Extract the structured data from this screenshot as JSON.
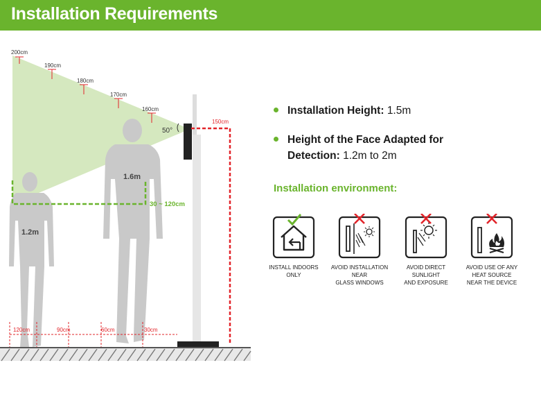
{
  "header": {
    "title": "Installation Requirements"
  },
  "specs": {
    "height_label": "Installation Height:",
    "height_value": "1.5m",
    "face_label_line1": "Height of the Face Adapted for",
    "face_label_line2": "Detection:",
    "face_value": "1.2m to 2m"
  },
  "environment": {
    "heading": "Installation environment:",
    "items": [
      {
        "icon": "house-indoor-icon",
        "status": "allowed",
        "caption": "INSTALL INDOORS\nONLY"
      },
      {
        "icon": "glass-window-icon",
        "status": "avoid",
        "caption": "AVOID INSTALLATION\nNEAR\nGLASS WINDOWS"
      },
      {
        "icon": "sunlight-icon",
        "status": "avoid",
        "caption": "AVOID DIRECT\nSUNLIGHT\nAND EXPOSURE"
      },
      {
        "icon": "heat-source-icon",
        "status": "avoid",
        "caption": "AVOID USE OF ANY\nHEAT SOURCE\nNEAR THE DEVICE"
      }
    ]
  },
  "diagram": {
    "height_marks": [
      "200cm",
      "190cm",
      "180cm",
      "170cm",
      "160cm"
    ],
    "angle": "50°",
    "device_height": "150cm",
    "distance_range": "30 ~ 120cm",
    "person_tall": "1.6m",
    "person_short": "1.2m",
    "floor_distances": [
      "120cm",
      "90cm",
      "60cm",
      "30cm"
    ]
  },
  "colors": {
    "brand_green": "#6ab42d",
    "cone_fill": "#d5e8bf",
    "dash_red": "#e2242a",
    "dash_green": "#6ab42d",
    "silhouette": "#c9c9c9",
    "mark_red": "#e2242a"
  }
}
